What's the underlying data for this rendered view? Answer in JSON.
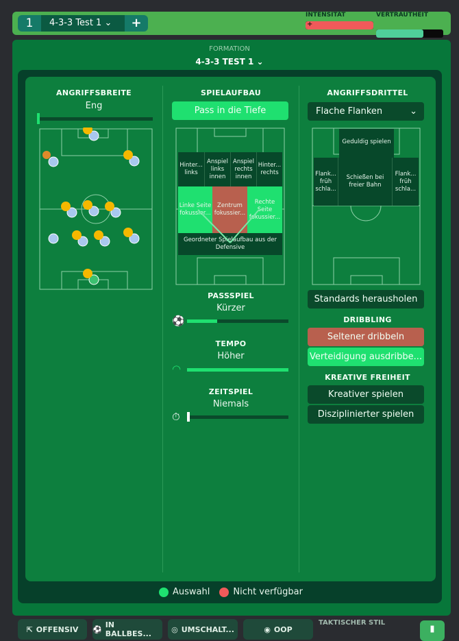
{
  "tactic": {
    "number": "1",
    "name": "4-3-3 Test 1",
    "add": "+"
  },
  "meters": {
    "intensity_label": "INTENSITÄT",
    "intensity": 1.0,
    "familiarity_label": "VERTRAUTHEIT",
    "familiarity": 0.7
  },
  "formation": {
    "label": "FORMATION",
    "value": "4-3-3 TEST 1"
  },
  "col1": {
    "heading": "ANGRIFFSBREITE",
    "value": "Eng",
    "slider": 0.0
  },
  "col2": {
    "heading": "SPIELAUFBAU",
    "button": "Pass in die Tiefe",
    "zones": [
      "Hinter... links",
      "Anspiel links innen",
      "Anspiel rechts innen",
      "Hinter... rechts",
      "Linke Seite fokussier...",
      "Zentrum fokussier...",
      "Rechte Seite fokussier...",
      "Geordneter Spielaufbau aus der Defensive"
    ],
    "passspiel": {
      "heading": "PASSSPIEL",
      "value": "Kürzer",
      "slider": 0.3
    },
    "tempo": {
      "heading": "TEMPO",
      "value": "Höher",
      "slider": 1.0
    },
    "zeitspiel": {
      "heading": "ZEITSPIEL",
      "value": "Niemals",
      "slider": 0.0
    }
  },
  "col3": {
    "heading": "ANGRIFFSDRITTEL",
    "dropdown": "Flache Flanken",
    "zones": [
      "Geduldig spielen",
      "Flank... früh schla...",
      "Schießen bei freier Bahn",
      "Flank... früh schla..."
    ],
    "standards": "Standards herausholen",
    "dribbling_heading": "DRIBBLING",
    "dribbling": [
      "Seltener dribbeln",
      "Verteidigung ausdribbe..."
    ],
    "creative_heading": "KREATIVE FREIHEIT",
    "creative": [
      "Kreativer spielen",
      "Disziplinierter spielen"
    ]
  },
  "legend": {
    "selected": "Auswahl",
    "unavailable": "Nicht verfügbar"
  },
  "bottom": {
    "tabs": [
      "OFFENSIV",
      "IN BALLBES...",
      "UMSCHALT...",
      "OOP"
    ],
    "style_label": "TAKTISCHER STIL"
  },
  "colors": {
    "selected": "#1fe070",
    "unavailable": "#f05a5a",
    "familiarity": "#4fcf9a"
  }
}
